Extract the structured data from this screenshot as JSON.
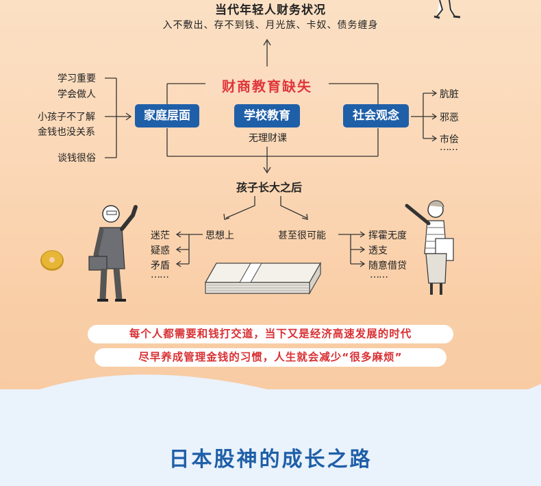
{
  "top": {
    "title": "当代年轻人财务状况",
    "subtitle": "入不敷出、存不到钱、月光族、卡奴、债务缠身"
  },
  "center": {
    "title": "财商教育缺失",
    "boxes": [
      "家庭层面",
      "学校教育",
      "社会观念"
    ],
    "school_note": "无理财课"
  },
  "left_notes": [
    "学习重要",
    "学会做人",
    "小孩子不了解",
    "金钱也没关系",
    "谈钱很俗"
  ],
  "right_notes": [
    "肮脏",
    "邪恶",
    "市侩",
    "……"
  ],
  "after": {
    "title": "孩子长大之后",
    "left_branch": "思想上",
    "right_branch": "甚至很可能",
    "left_items": [
      "迷茫",
      "疑惑",
      "矛盾",
      "……"
    ],
    "right_items": [
      "挥霍无度",
      "透支",
      "随意借贷",
      "……"
    ]
  },
  "highlights": [
    "每个人都需要和钱打交道，当下又是经济高速发展的时代",
    "尽早养成管理金钱的习惯，人生就会减少“很多麻烦”"
  ],
  "bottom_title": "日本股神的成长之路",
  "colors": {
    "accent_red": "#e0363b",
    "box_blue": "#1f5fa8"
  }
}
